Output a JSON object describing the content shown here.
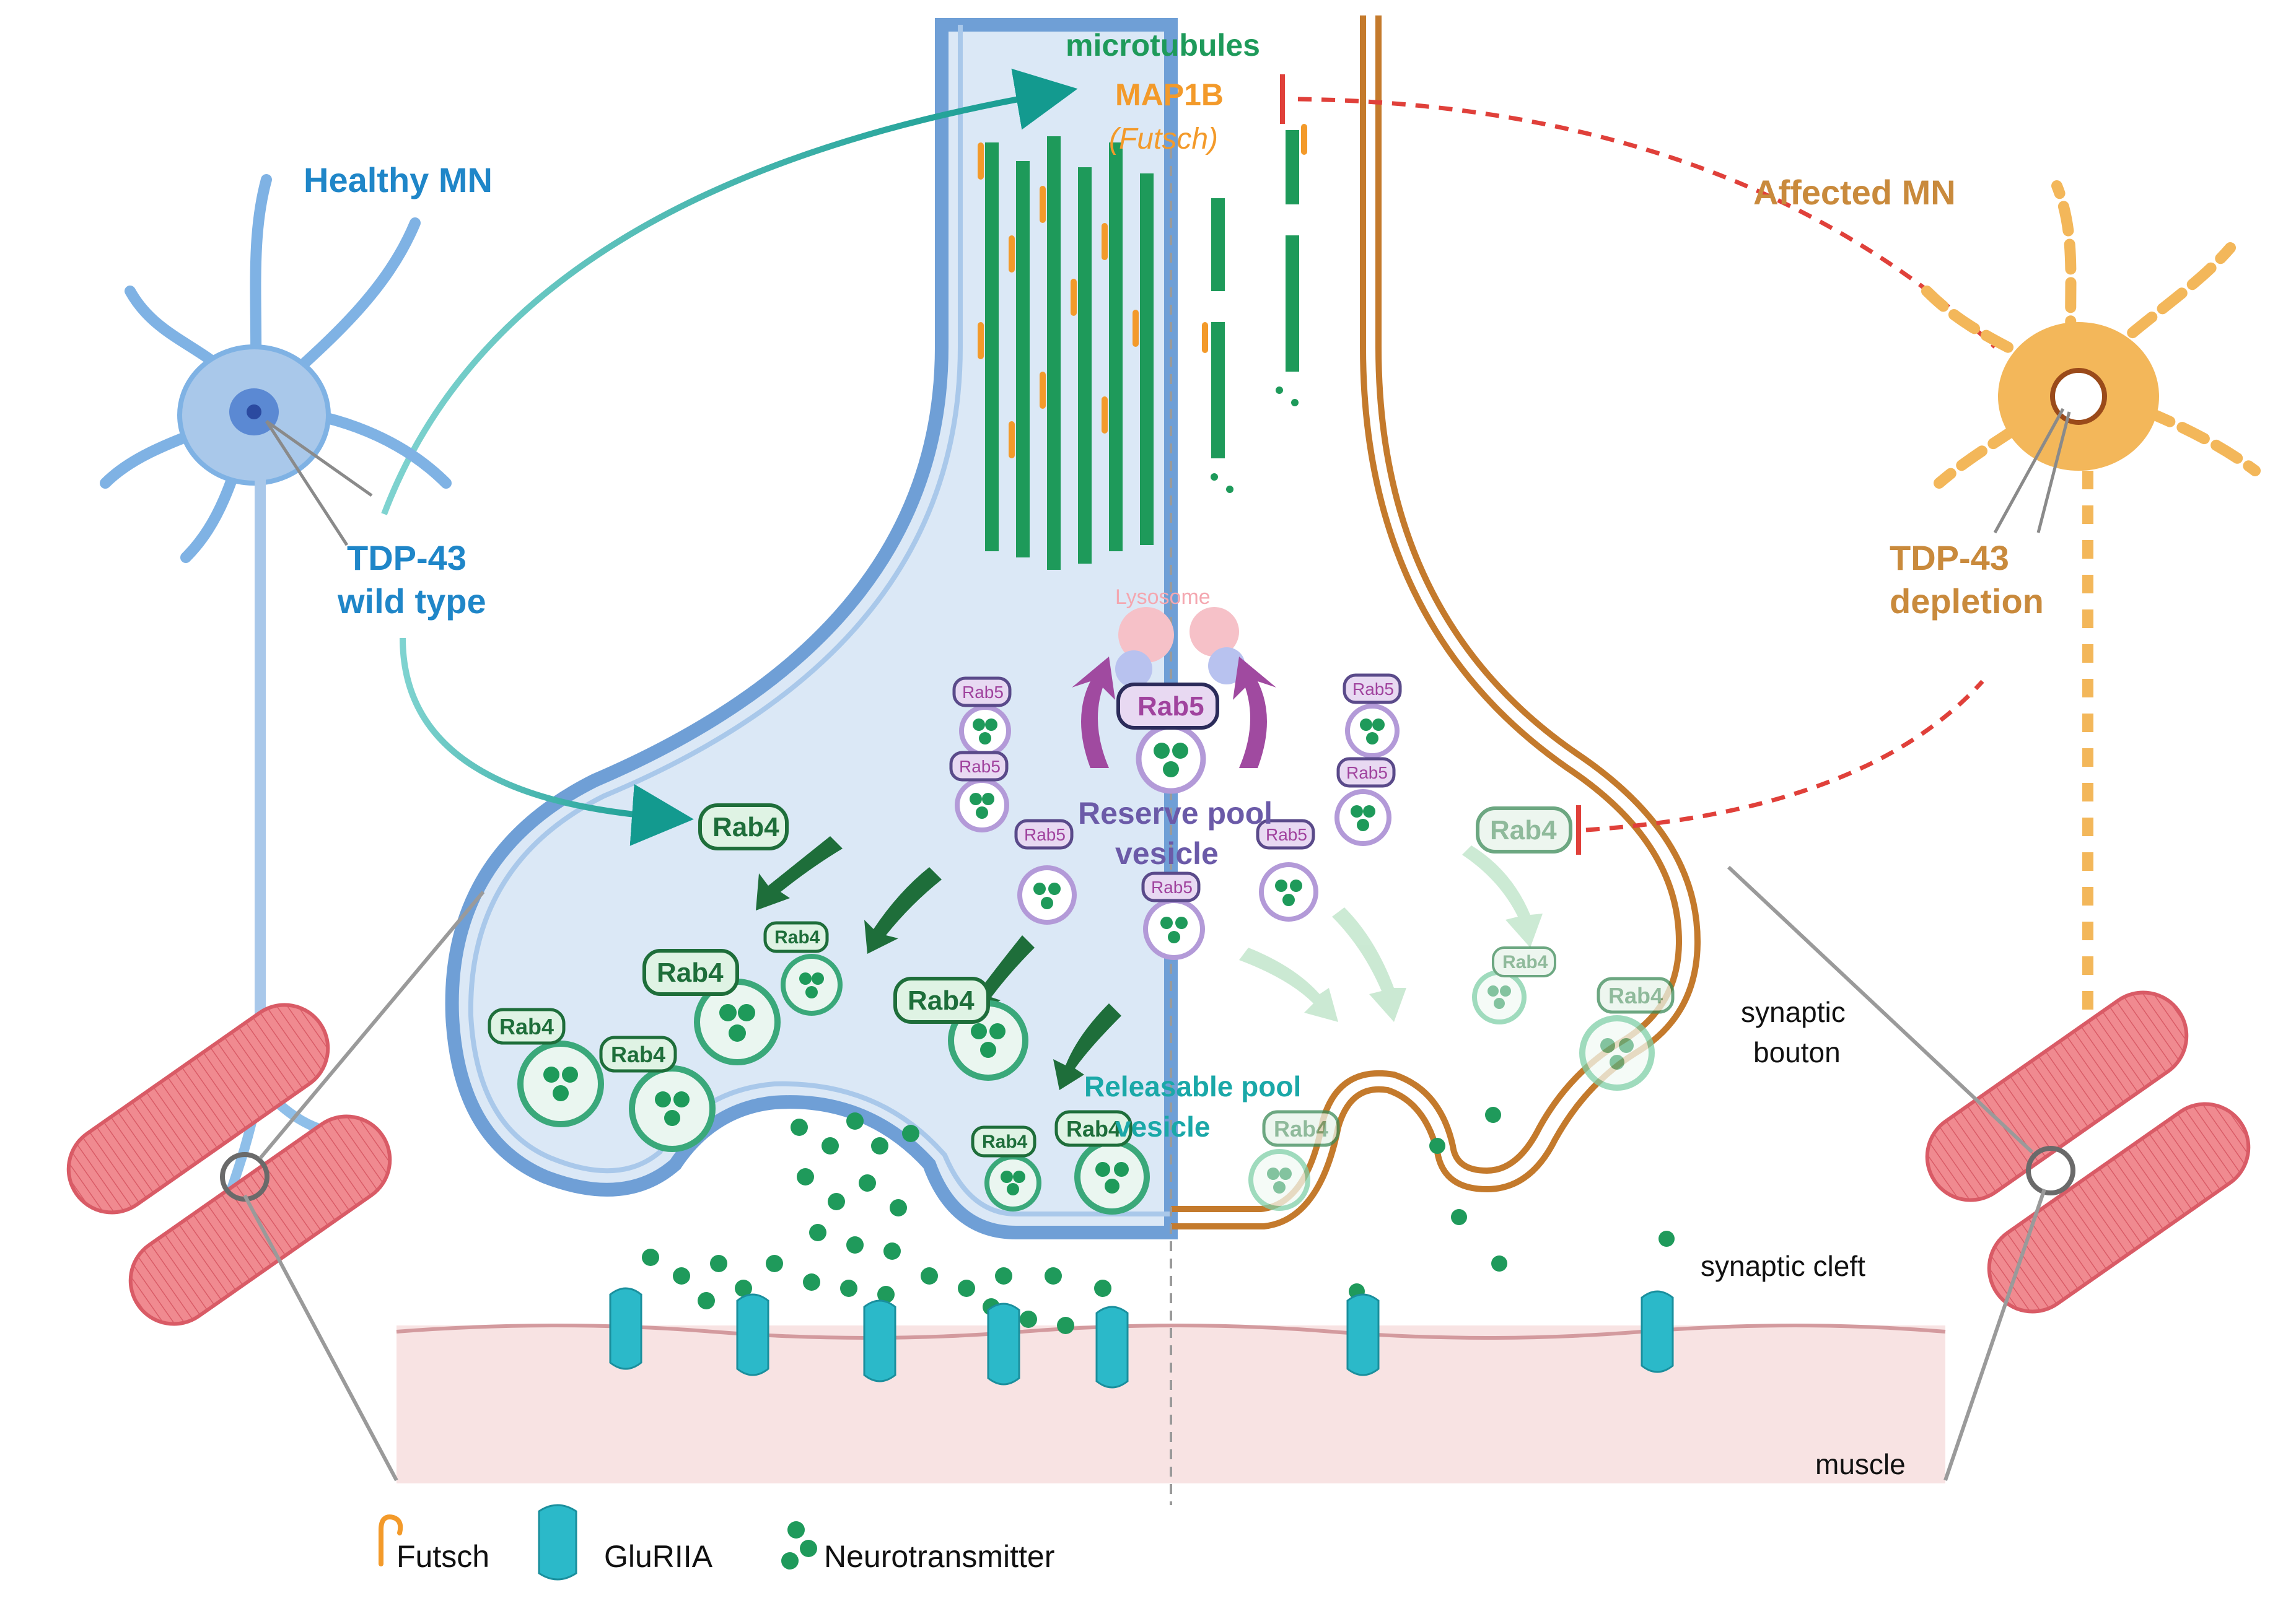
{
  "labels": {
    "microtubules": "microtubules",
    "map1b": "MAP1B",
    "futsch_italic": "(Futsch)",
    "healthy_mn": "Healthy MN",
    "affected_mn": "Affected MN",
    "tdp43_wt_line1": "TDP-43",
    "tdp43_wt_line2": "wild type",
    "tdp43_dep_line1": "TDP-43",
    "tdp43_dep_line2": "depletion",
    "lysosome": "Lysosome",
    "reserve_line1": "Reserve pool",
    "reserve_line2": "vesicle",
    "releasable_line1": "Releasable pool",
    "releasable_line2": "vesicle",
    "synaptic_bouton_line1": "synaptic",
    "synaptic_bouton_line2": "bouton",
    "synaptic_cleft": "synaptic cleft",
    "muscle": "muscle",
    "rab4": "Rab4",
    "rab5": "Rab5"
  },
  "legend": [
    {
      "icon": "futsch-icon",
      "label": "Futsch"
    },
    {
      "icon": "gluriia-icon",
      "label": "GluRIIA"
    },
    {
      "icon": "neurotransmitter-icon",
      "label": "Neurotransmitter"
    }
  ],
  "colors": {
    "healthy_blue": "#6f9fd6",
    "healthy_text": "#1f86c8",
    "affected_orange": "#c47a2c",
    "affected_text": "#c98a3c",
    "microtubule_green": "#1e9a5a",
    "map1b_orange": "#f39a2a",
    "rab5_purple": "#a46bb5",
    "rab4_green": "#2a8a4e",
    "reserve_text": "#6b5aa8",
    "releasable_text": "#1aa8a8",
    "inhibit_red": "#e0403a",
    "muscle_pink": "#e9707a",
    "receptor_teal": "#2bb9c9"
  }
}
